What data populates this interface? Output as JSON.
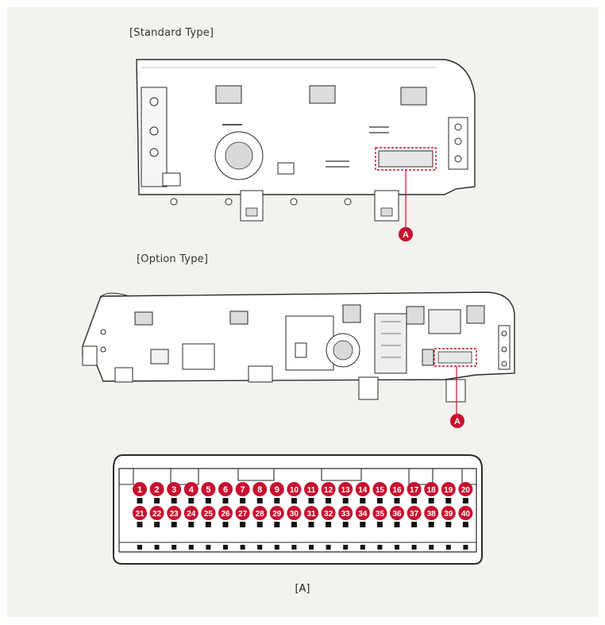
{
  "labels": {
    "standard_type": "[Standard Type]",
    "option_type": "[Option Type]",
    "figure_caption": "[A]"
  },
  "callouts": {
    "standard": "A",
    "option": "A"
  },
  "connector": {
    "top_row_pins": [
      "1",
      "2",
      "3",
      "4",
      "5",
      "6",
      "7",
      "8",
      "9",
      "10",
      "11",
      "12",
      "13",
      "14",
      "15",
      "16",
      "17",
      "18",
      "19",
      "20"
    ],
    "bottom_row_pins": [
      "21",
      "22",
      "23",
      "24",
      "25",
      "26",
      "27",
      "28",
      "29",
      "30",
      "31",
      "32",
      "33",
      "34",
      "35",
      "36",
      "37",
      "38",
      "39",
      "40"
    ]
  },
  "colors": {
    "callout_red": "#c8102e",
    "outline": "#2a2a2a",
    "body_fill": "#ffffff",
    "background": "#f4f2ee"
  }
}
